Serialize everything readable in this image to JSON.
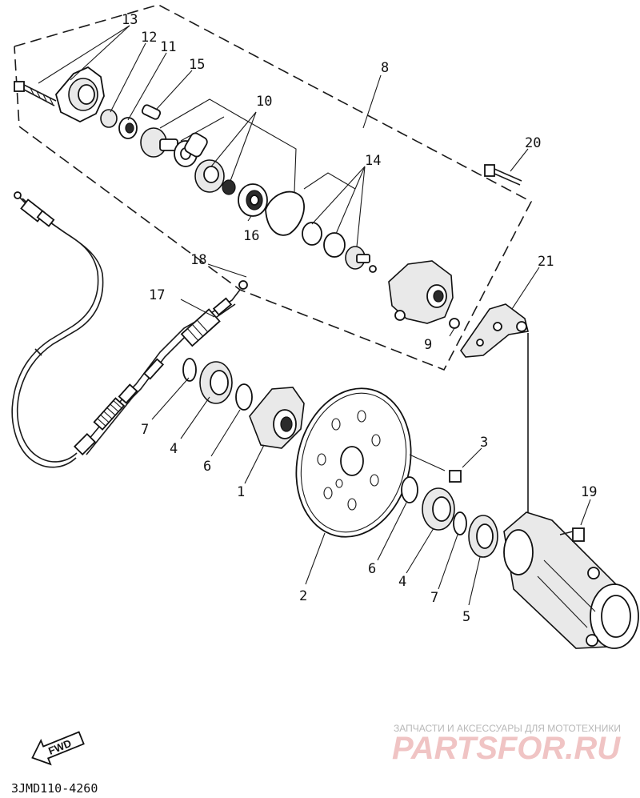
{
  "diagram_code": "3JMD110-4260",
  "fwd_label": "FWD",
  "watermark": {
    "tagline": "ЗАПЧАСТИ И АКСЕССУАРЫ ДЛЯ МОТОТЕХНИКИ",
    "brand": "PARTSFOR.RU"
  },
  "callouts": {
    "c1": "1",
    "c2": "2",
    "c3": "3",
    "c4a": "4",
    "c4b": "4",
    "c5": "5",
    "c6a": "6",
    "c6b": "6",
    "c7a": "7",
    "c7b": "7",
    "c8": "8",
    "c9": "9",
    "c10": "10",
    "c11": "11",
    "c12": "12",
    "c13": "13",
    "c14": "14",
    "c15": "15",
    "c16": "16",
    "c17": "17",
    "c18": "18",
    "c19": "19",
    "c20": "20",
    "c21": "21"
  }
}
